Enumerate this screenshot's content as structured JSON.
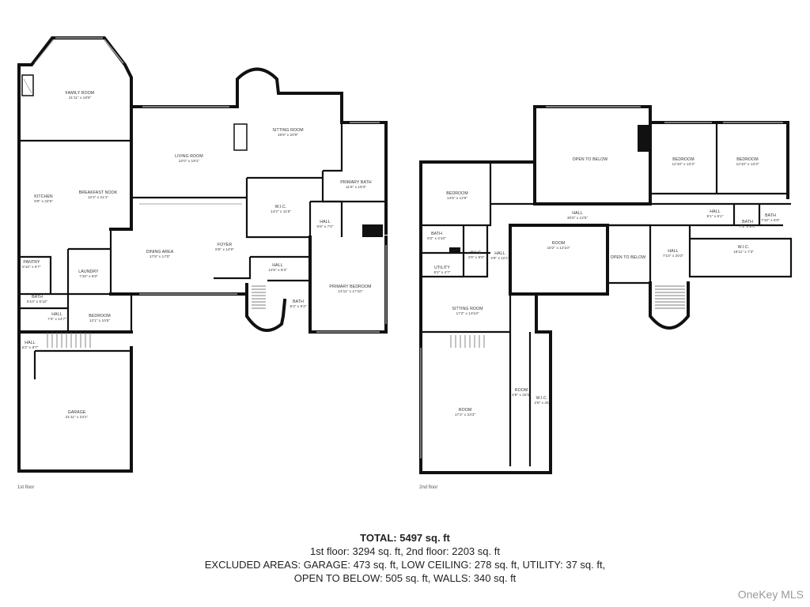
{
  "floors": {
    "first": {
      "label": "1st floor",
      "rooms": [
        {
          "name": "FAMILY ROOM",
          "dim": "21'11\" x 19'9\""
        },
        {
          "name": "SITTING ROOM",
          "dim": "19'9\" x 20'9\""
        },
        {
          "name": "LIVING ROOM",
          "dim": "22'0\" x 19'1\""
        },
        {
          "name": "KITCHEN",
          "dim": "9'6\" x 22'5\""
        },
        {
          "name": "BREAKFAST NOOK",
          "dim": "12'4\" x 21'1\""
        },
        {
          "name": "PRIMARY BATH",
          "dim": "11'6\" x 19'3\""
        },
        {
          "name": "W.I.C.",
          "dim": "14'2\" x 11'5\""
        },
        {
          "name": "HALL",
          "dim": "5'6\" x 7'0\""
        },
        {
          "name": "PANTRY",
          "dim": "5'10\" x 6'7\""
        },
        {
          "name": "LAUNDRY",
          "dim": "7'10\" x 8'0\""
        },
        {
          "name": "DINING AREA",
          "dim": "17'9\" x 17'0\""
        },
        {
          "name": "FOYER",
          "dim": "8'6\" x 14'9\""
        },
        {
          "name": "HALL",
          "dim": "12'5\" x 8'3\""
        },
        {
          "name": "PRIMARY BEDROOM",
          "dim": "14'11\" x 17'10\""
        },
        {
          "name": "BATH",
          "dim": "5'10\" x 5'10\""
        },
        {
          "name": "BATH",
          "dim": "8'4\" x 9'3\""
        },
        {
          "name": "HALL",
          "dim": "7'3\" x 14'7\""
        },
        {
          "name": "BEDROOM",
          "dim": "12'1\" x 10'5\""
        },
        {
          "name": "HALL",
          "dim": "5'2\" x 8'7\""
        },
        {
          "name": "GARAGE",
          "dim": "21'11\" x 23'1\""
        }
      ]
    },
    "second": {
      "label": "2nd floor",
      "rooms": [
        {
          "name": "OPEN TO BELOW",
          "dim": ""
        },
        {
          "name": "BEDROOM",
          "dim": "12'10\" x 13'3\""
        },
        {
          "name": "BEDROOM",
          "dim": "12'10\" x 13'3\""
        },
        {
          "name": "BEDROOM",
          "dim": "14'6\" x 12'5\""
        },
        {
          "name": "HALL",
          "dim": "30'8\" x 12'5\""
        },
        {
          "name": "HALL",
          "dim": "9'1\" x 6'1\""
        },
        {
          "name": "BATH",
          "dim": "7'1\" x 6'0\""
        },
        {
          "name": "BATH",
          "dim": "7'10\" x 6'0\""
        },
        {
          "name": "BATH",
          "dim": "8'2\" x 4'10\""
        },
        {
          "name": "W.I.C.",
          "dim": "4'9\" x 9'8\""
        },
        {
          "name": "HALL",
          "dim": "3'9\" x 10'1\""
        },
        {
          "name": "ROOM",
          "dim": "18'2\" x 12'10\""
        },
        {
          "name": "OPEN TO BELOW",
          "dim": ""
        },
        {
          "name": "HALL",
          "dim": "7'10\" x 20'3\""
        },
        {
          "name": "W.I.C.",
          "dim": "19'11\" x 7'3\""
        },
        {
          "name": "UTILITY",
          "dim": "8'2\" x 4'7\""
        },
        {
          "name": "SITTING ROOM",
          "dim": "17'2\" x 13'10\""
        },
        {
          "name": "ROOM",
          "dim": "4'8\" x 32'6\""
        },
        {
          "name": "W.I.C.",
          "dim": "2'8\" x 25'"
        },
        {
          "name": "ROOM",
          "dim": "17'2\" x 23'3\""
        }
      ]
    }
  },
  "summary": {
    "total": "TOTAL: 5497 sq. ft",
    "line1": "1st floor: 3294 sq. ft, 2nd floor: 2203 sq. ft",
    "line2": "EXCLUDED AREAS: GARAGE: 473 sq. ft, LOW CEILING: 278 sq. ft, UTILITY: 37 sq. ft,",
    "line3": "OPEN TO BELOW: 505 sq. ft, WALLS: 340 sq. ft"
  },
  "watermark": "OneKey MLS"
}
